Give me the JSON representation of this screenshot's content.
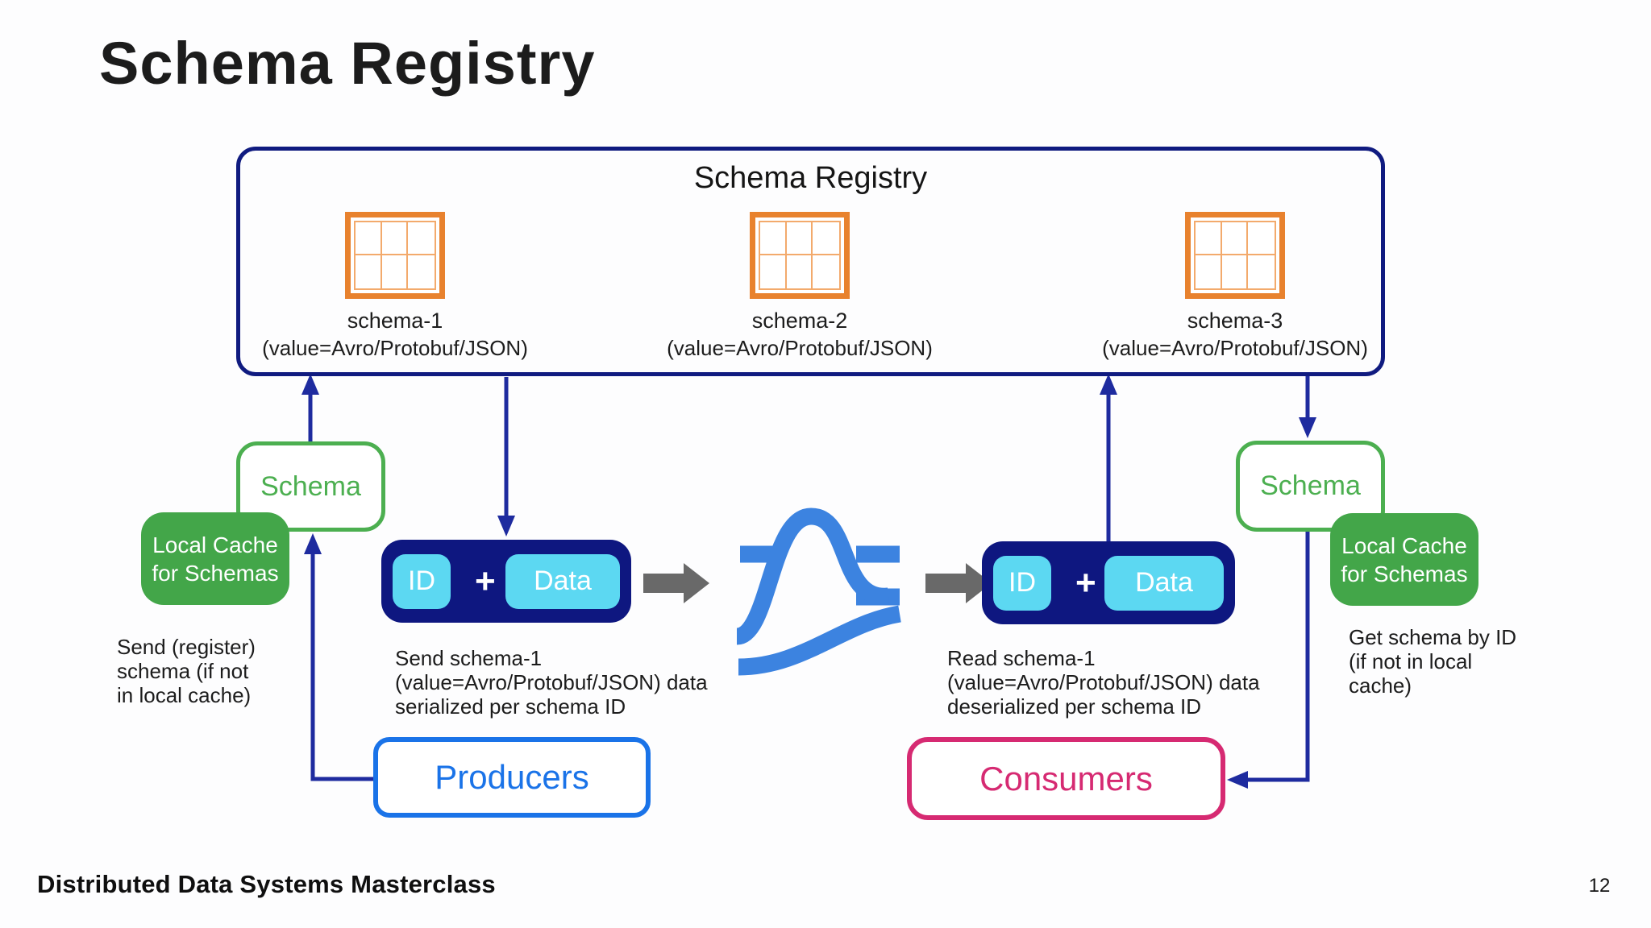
{
  "slide": {
    "title": "Schema Registry",
    "footer": "Distributed Data Systems Masterclass",
    "page_number": "12"
  },
  "registry": {
    "title": "Schema Registry",
    "schemas": [
      {
        "name": "schema-1",
        "value": "(value=Avro/Protobuf/JSON)"
      },
      {
        "name": "schema-2",
        "value": "(value=Avro/Protobuf/JSON)"
      },
      {
        "name": "schema-3",
        "value": "(value=Avro/Protobuf/JSON)"
      }
    ]
  },
  "producer_side": {
    "schema_box_label": "Schema",
    "local_cache_lines": [
      "Local Cache",
      "for Schemas"
    ],
    "cache_note_lines": [
      "Send (register)",
      "schema (if not",
      "in local cache)"
    ],
    "message": {
      "id": "ID",
      "plus": "+",
      "data": "Data"
    },
    "pill_note_lines": [
      "Send schema-1",
      "(value=Avro/Protobuf/JSON) data",
      "serialized per schema ID"
    ],
    "actor_label": "Producers"
  },
  "consumer_side": {
    "schema_box_label": "Schema",
    "local_cache_lines": [
      "Local Cache",
      "for Schemas"
    ],
    "cache_note_lines": [
      "Get schema by ID",
      "(if not in local",
      "cache)"
    ],
    "message": {
      "id": "ID",
      "plus": "+",
      "data": "Data"
    },
    "pill_note_lines": [
      "Read schema-1",
      "(value=Avro/Protobuf/JSON) data",
      "deserialized per schema ID"
    ],
    "actor_label": "Consumers"
  },
  "icons": {
    "schema_table": "table-grid-icon",
    "stream_broker": "kafka-wave-icon",
    "flow_arrow": "right-arrow-icon"
  },
  "colors": {
    "registry_border": "#101b80",
    "arrow": "#1e2b9f",
    "table_orange": "#e8822e",
    "green": "#4caf50",
    "green_fill": "#43a649",
    "cyan": "#5cd8f2",
    "pill_navy": "#0e1780",
    "producers_blue": "#1a73e8",
    "consumers_pink": "#d62a72",
    "flow_gray": "#696969",
    "broker_blue": "#3c83e0"
  }
}
